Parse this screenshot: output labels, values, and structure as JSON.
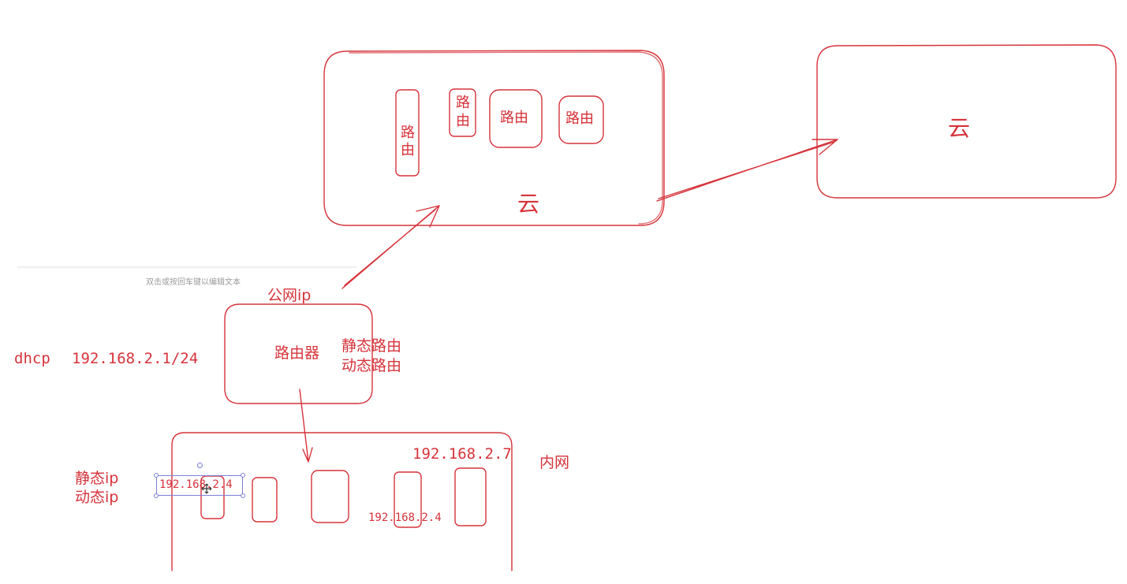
{
  "colors": {
    "accent": "#d6333a",
    "selection": "#7b7fd6",
    "hint": "#9a9a9a"
  },
  "cloud_left": {
    "label": "云",
    "routers": [
      "路由",
      "路由",
      "路由",
      "路由"
    ],
    "router_tall_lines": [
      "路",
      "由"
    ],
    "router_small_lines": [
      "路",
      "由"
    ]
  },
  "cloud_right": {
    "label": "云"
  },
  "hint_text": "双击或按回车键以编辑文本",
  "public_ip_label": "公网ip",
  "router_box": {
    "label": "路由器"
  },
  "routing_types": {
    "static": "静态路由",
    "dynamic": "动态路由"
  },
  "dhcp_label": "dhcp",
  "gateway_ip": "192.168.2.1/24",
  "lan": {
    "label": "内网",
    "ip_top": "192.168.2.7",
    "ip_selected": "192.168.2.4",
    "ip_bottom": "192.168.2.4"
  },
  "ip_types": {
    "static": "静态ip",
    "dynamic": "动态ip"
  },
  "icons": {
    "cursor": "move-cursor-icon"
  }
}
